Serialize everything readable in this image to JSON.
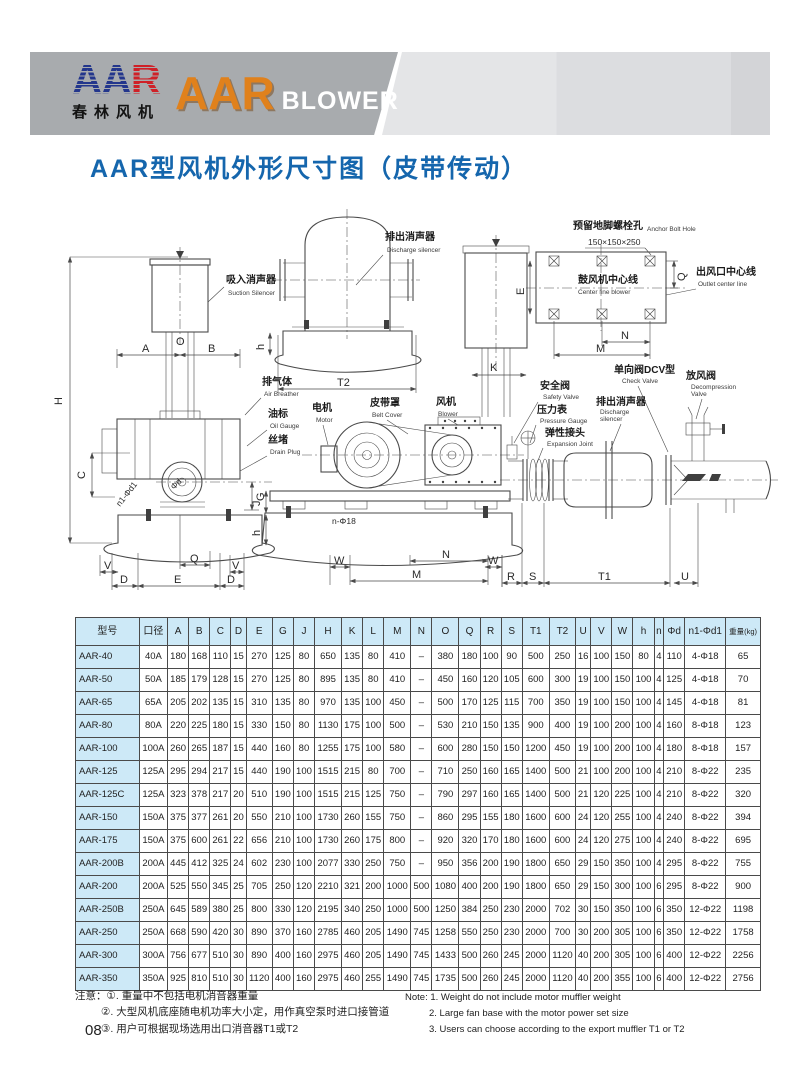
{
  "header": {
    "logo_letters": [
      "A",
      "A",
      "R"
    ],
    "logo_cn": "春林风机",
    "brand": "AAR",
    "brand_suffix": "BLOWER"
  },
  "title": "AAR型风机外形尺寸图（皮带传动）",
  "drawing": {
    "suction_cn": "吸入消声器",
    "suction_en": "Suction Silencer",
    "breather_cn": "排气体",
    "breather_en": "Air Breather",
    "oil_cn": "油标",
    "oil_en": "Oil Gauge",
    "drain_cn": "丝堵",
    "drain_en": "Drain Plug",
    "discharge_cn": "排出消声器",
    "discharge_en": "Discharge silencer",
    "motor_cn": "电机",
    "motor_en": "Motor",
    "belt_cn": "皮带罩",
    "belt_en": "Belt Cover",
    "blower_cn": "风机",
    "blower_en": "Blower",
    "anchor_cn": "预留地脚螺栓孔",
    "anchor_en": "Anchor Bolt Hole",
    "anchor_size": "150×150×250",
    "centerline_cn": "鼓风机中心线",
    "centerline_en": "Center line blower",
    "outlet_cn": "出风口中心线",
    "outlet_en": "Outlet center line",
    "safety_cn": "安全阀",
    "safety_en": "Safety Valve",
    "gauge_cn": "压力表",
    "gauge_en": "Pressure Gauge",
    "joint_cn": "弹性接头",
    "joint_en": "Expansion Joint",
    "check_cn": "单向阀DCV型",
    "check_en": "Check Valve",
    "silencer2_cn": "排出消声器",
    "silencer2_en1": "Discharge",
    "silencer2_en2": "silencer",
    "decomp_cn": "放风阀",
    "decomp_en1": "Decompression",
    "decomp_en2": "Valve",
    "bolt_note": "n-Φ18",
    "dims": {
      "H": "H",
      "A": "A",
      "B": "B",
      "O": "O",
      "C": "C",
      "G": "G",
      "V": "V",
      "D": "D",
      "E": "E",
      "Q": "Q",
      "phid": "Φd",
      "n1phid1": "n1-Φd1",
      "T2": "T2",
      "K": "K",
      "J": "J",
      "h": "h",
      "W": "W",
      "N": "N",
      "M": "M",
      "R": "R",
      "S": "S",
      "T1": "T1",
      "U": "U"
    }
  },
  "table": {
    "columns": [
      "型号",
      "口径",
      "A",
      "B",
      "C",
      "D",
      "E",
      "G",
      "J",
      "H",
      "K",
      "L",
      "M",
      "N",
      "O",
      "Q",
      "R",
      "S",
      "T1",
      "T2",
      "U",
      "V",
      "W",
      "h",
      "n",
      "Φd",
      "n1-Φd1",
      "重量(kg)"
    ],
    "rows": [
      [
        "AAR-40",
        "40A",
        "180",
        "168",
        "110",
        "15",
        "270",
        "125",
        "80",
        "650",
        "135",
        "80",
        "410",
        "–",
        "380",
        "180",
        "100",
        "90",
        "500",
        "250",
        "16",
        "100",
        "150",
        "80",
        "4",
        "110",
        "4-Φ18",
        "65"
      ],
      [
        "AAR-50",
        "50A",
        "185",
        "179",
        "128",
        "15",
        "270",
        "125",
        "80",
        "895",
        "135",
        "80",
        "410",
        "–",
        "450",
        "160",
        "120",
        "105",
        "600",
        "300",
        "19",
        "100",
        "150",
        "100",
        "4",
        "125",
        "4-Φ18",
        "70"
      ],
      [
        "AAR-65",
        "65A",
        "205",
        "202",
        "135",
        "15",
        "310",
        "135",
        "80",
        "970",
        "135",
        "100",
        "450",
        "–",
        "500",
        "170",
        "125",
        "115",
        "700",
        "350",
        "19",
        "100",
        "150",
        "100",
        "4",
        "145",
        "4-Φ18",
        "81"
      ],
      [
        "AAR-80",
        "80A",
        "220",
        "225",
        "180",
        "15",
        "330",
        "150",
        "80",
        "1130",
        "175",
        "100",
        "500",
        "–",
        "530",
        "210",
        "150",
        "135",
        "900",
        "400",
        "19",
        "100",
        "200",
        "100",
        "4",
        "160",
        "8-Φ18",
        "123"
      ],
      [
        "AAR-100",
        "100A",
        "260",
        "265",
        "187",
        "15",
        "440",
        "160",
        "80",
        "1255",
        "175",
        "100",
        "580",
        "–",
        "600",
        "280",
        "150",
        "150",
        "1200",
        "450",
        "19",
        "100",
        "200",
        "100",
        "4",
        "180",
        "8-Φ18",
        "157"
      ],
      [
        "AAR-125",
        "125A",
        "295",
        "294",
        "217",
        "15",
        "440",
        "190",
        "100",
        "1515",
        "215",
        "80",
        "700",
        "–",
        "710",
        "250",
        "160",
        "165",
        "1400",
        "500",
        "21",
        "100",
        "200",
        "100",
        "4",
        "210",
        "8-Φ22",
        "235"
      ],
      [
        "AAR-125C",
        "125A",
        "323",
        "378",
        "217",
        "20",
        "510",
        "190",
        "100",
        "1515",
        "215",
        "125",
        "750",
        "–",
        "790",
        "297",
        "160",
        "165",
        "1400",
        "500",
        "21",
        "120",
        "225",
        "100",
        "4",
        "210",
        "8-Φ22",
        "320"
      ],
      [
        "AAR-150",
        "150A",
        "375",
        "377",
        "261",
        "20",
        "550",
        "210",
        "100",
        "1730",
        "260",
        "155",
        "750",
        "–",
        "860",
        "295",
        "155",
        "180",
        "1600",
        "600",
        "24",
        "120",
        "255",
        "100",
        "4",
        "240",
        "8-Φ22",
        "394"
      ],
      [
        "AAR-175",
        "150A",
        "375",
        "600",
        "261",
        "22",
        "656",
        "210",
        "100",
        "1730",
        "260",
        "175",
        "800",
        "–",
        "920",
        "320",
        "170",
        "180",
        "1600",
        "600",
        "24",
        "120",
        "275",
        "100",
        "4",
        "240",
        "8-Φ22",
        "695"
      ],
      [
        "AAR-200B",
        "200A",
        "445",
        "412",
        "325",
        "24",
        "602",
        "230",
        "100",
        "2077",
        "330",
        "250",
        "750",
        "–",
        "950",
        "356",
        "200",
        "190",
        "1800",
        "650",
        "29",
        "150",
        "350",
        "100",
        "4",
        "295",
        "8-Φ22",
        "755"
      ],
      [
        "AAR-200",
        "200A",
        "525",
        "550",
        "345",
        "25",
        "705",
        "250",
        "120",
        "2210",
        "321",
        "200",
        "1000",
        "500",
        "1080",
        "400",
        "200",
        "190",
        "1800",
        "650",
        "29",
        "150",
        "300",
        "100",
        "6",
        "295",
        "8-Φ22",
        "900"
      ],
      [
        "AAR-250B",
        "250A",
        "645",
        "589",
        "380",
        "25",
        "800",
        "330",
        "120",
        "2195",
        "340",
        "250",
        "1000",
        "500",
        "1250",
        "384",
        "250",
        "230",
        "2000",
        "702",
        "30",
        "150",
        "350",
        "100",
        "6",
        "350",
        "12-Φ22",
        "1198"
      ],
      [
        "AAR-250",
        "250A",
        "668",
        "590",
        "420",
        "30",
        "890",
        "370",
        "160",
        "2785",
        "460",
        "205",
        "1490",
        "745",
        "1258",
        "550",
        "250",
        "230",
        "2000",
        "700",
        "30",
        "200",
        "305",
        "100",
        "6",
        "350",
        "12-Φ22",
        "1758"
      ],
      [
        "AAR-300",
        "300A",
        "756",
        "677",
        "510",
        "30",
        "890",
        "400",
        "160",
        "2975",
        "460",
        "205",
        "1490",
        "745",
        "1433",
        "500",
        "260",
        "245",
        "2000",
        "1120",
        "40",
        "200",
        "305",
        "100",
        "6",
        "400",
        "12-Φ22",
        "2256"
      ],
      [
        "AAR-350",
        "350A",
        "925",
        "810",
        "510",
        "30",
        "1120",
        "400",
        "160",
        "2975",
        "460",
        "255",
        "1490",
        "745",
        "1735",
        "500",
        "260",
        "245",
        "2000",
        "1120",
        "40",
        "200",
        "355",
        "100",
        "6",
        "400",
        "12-Φ22",
        "2756"
      ]
    ]
  },
  "notes": {
    "cn": [
      "注意：①. 重量中不包括电机消音器重量",
      "②. 大型风机底座随电机功率大小定，用作真空泵时进口接管道",
      "③. 用户可根据现场选用出口消音器T1或T2"
    ],
    "en": [
      "Note: 1. Weight do not include motor muffler weight",
      "2. Large fan base with the motor power set size",
      "3. Users can choose according to the export muffler T1 or T2"
    ]
  },
  "page_number": "08"
}
